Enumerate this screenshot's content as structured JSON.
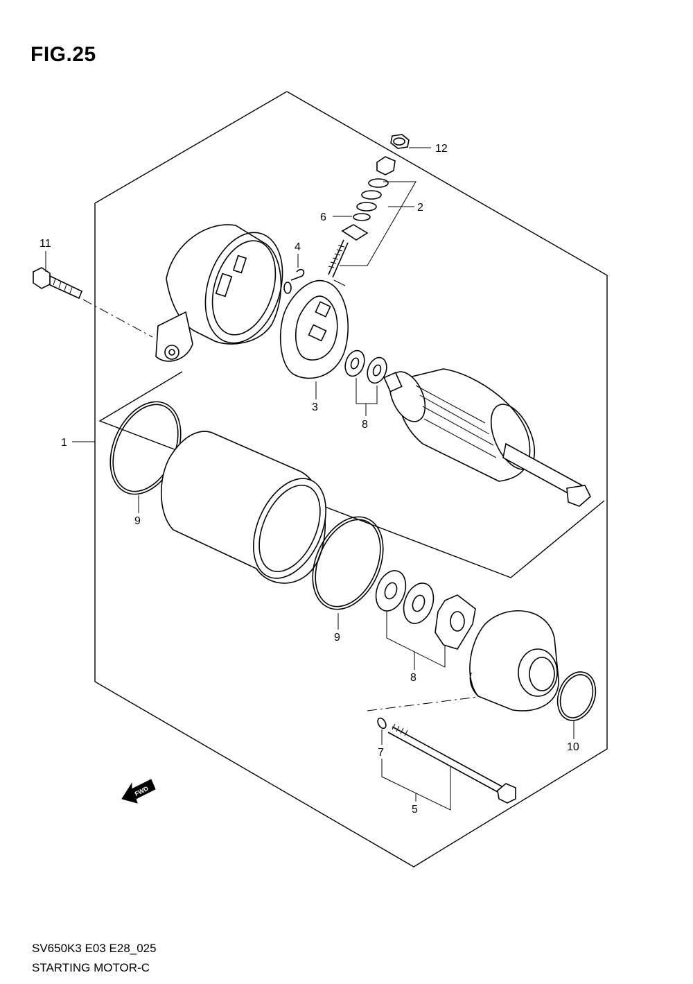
{
  "figure": {
    "title": "FIG.25",
    "code": "SV650K3 E03 E28_025",
    "name": "STARTING MOTOR-C"
  },
  "callouts": [
    {
      "id": "1",
      "label": "1"
    },
    {
      "id": "2",
      "label": "2"
    },
    {
      "id": "3",
      "label": "3"
    },
    {
      "id": "4",
      "label": "4"
    },
    {
      "id": "5",
      "label": "5"
    },
    {
      "id": "6",
      "label": "6"
    },
    {
      "id": "7",
      "label": "7"
    },
    {
      "id": "8a",
      "label": "8"
    },
    {
      "id": "8b",
      "label": "8"
    },
    {
      "id": "9a",
      "label": "9"
    },
    {
      "id": "9b",
      "label": "9"
    },
    {
      "id": "10",
      "label": "10"
    },
    {
      "id": "11",
      "label": "11"
    },
    {
      "id": "12",
      "label": "12"
    }
  ],
  "fwd_badge": "FWD"
}
